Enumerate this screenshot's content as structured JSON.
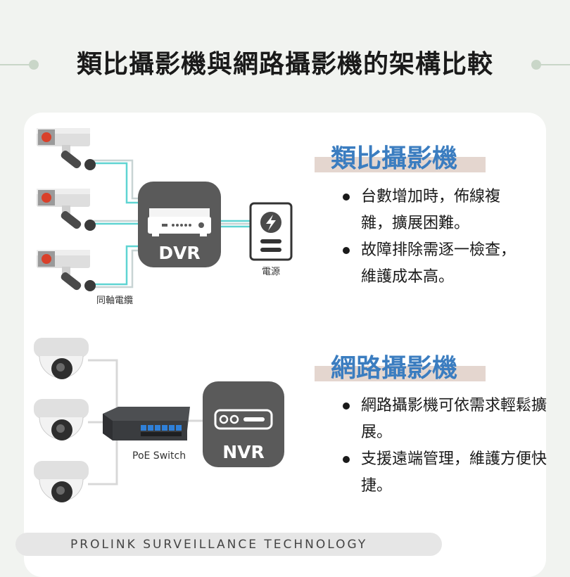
{
  "header": {
    "title": "類比攝影機與網路攝影機的架構比較"
  },
  "analog": {
    "heading": "類比攝影機",
    "bullets": [
      "台數增加時，佈線複雜，擴展困難。",
      "故障排除需逐一檢查，維護成本高。"
    ],
    "recorder_label": "DVR",
    "power_label": "電源",
    "cable_label": "同軸電纜"
  },
  "network": {
    "heading": "網路攝影機",
    "bullets": [
      "網路攝影機可依需求輕鬆擴展。",
      "支援遠端管理，維護方便快捷。"
    ],
    "recorder_label": "NVR",
    "switch_label": "PoE Switch"
  },
  "footer": {
    "text": "PROLINK SURVEILLANCE TECHNOLOGY"
  },
  "colors": {
    "heading": "#3b7dc0",
    "cable": "#5fd4d2",
    "device": "#5a5a5a",
    "camera_lens": "#d9402a"
  }
}
